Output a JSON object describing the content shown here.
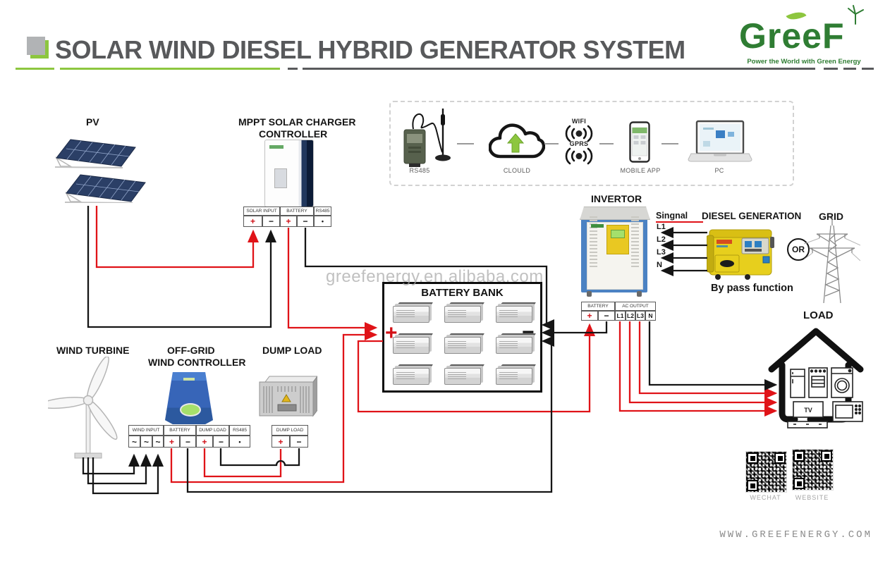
{
  "header": {
    "title": "SOLAR WIND DIESEL HYBRID GENERATOR SYSTEM"
  },
  "logo": {
    "brand": "GreeF",
    "tagline": "Power the World with Green Energy"
  },
  "monitoring": {
    "rs485": "RS485",
    "cloud": "CLOULD",
    "wifi": "WIFI",
    "gprs": "GPRS",
    "mobile": "MOBILE APP",
    "pc": "PC"
  },
  "pv": {
    "label": "PV"
  },
  "mppt": {
    "title1": "MPPT SOLAR CHARGER",
    "title2": "CONTROLLER",
    "groups": [
      "SOLAR INPUT",
      "BATTERY",
      "RS485"
    ],
    "cells": [
      "+",
      "−",
      "+",
      "−",
      "•"
    ]
  },
  "invertor": {
    "label": "INVERTOR",
    "groups": [
      "BATTERY",
      "AC OUTPUT"
    ],
    "cells": [
      "+",
      "−",
      "L1",
      "L2",
      "L3",
      "N"
    ]
  },
  "signal": {
    "label": "Singnal",
    "lines": [
      "L1",
      "L2",
      "L3",
      "N"
    ]
  },
  "diesel": {
    "label": "DIESEL GENERATION",
    "bypass": "By pass function",
    "or_label": "OR"
  },
  "grid": {
    "label": "GRID"
  },
  "battery_bank": {
    "label": "BATTERY BANK",
    "plus": "+",
    "minus": "−"
  },
  "wind_turbine": {
    "label": "WIND TURBINE"
  },
  "wind_controller": {
    "title1": "OFF-GRID",
    "title2": "WIND CONTROLLER",
    "groups": [
      "WIND INPUT",
      "BATTERY",
      "DUMP LOAD",
      "RS485"
    ],
    "cells": [
      "~",
      "~",
      "~",
      "+",
      "−",
      "+",
      "−",
      "•"
    ]
  },
  "dump_load": {
    "label": "DUMP LOAD",
    "groups": [
      "DUMP LOAD"
    ],
    "cells": [
      "+",
      "−"
    ]
  },
  "load": {
    "label": "LOAD",
    "tv": "TV"
  },
  "qr": {
    "wechat": "WECHAT",
    "website": "WEBSITE"
  },
  "footer": {
    "url": "WWW.GREEFENERGY.COM"
  },
  "watermark": {
    "text": "greefenergy.en.alibaba.com"
  },
  "colors": {
    "accent_green": "#8dc63f",
    "title_gray": "#58595b",
    "wire_red": "#e01318",
    "wire_black": "#151515",
    "logo_green": "#2f7d33"
  }
}
